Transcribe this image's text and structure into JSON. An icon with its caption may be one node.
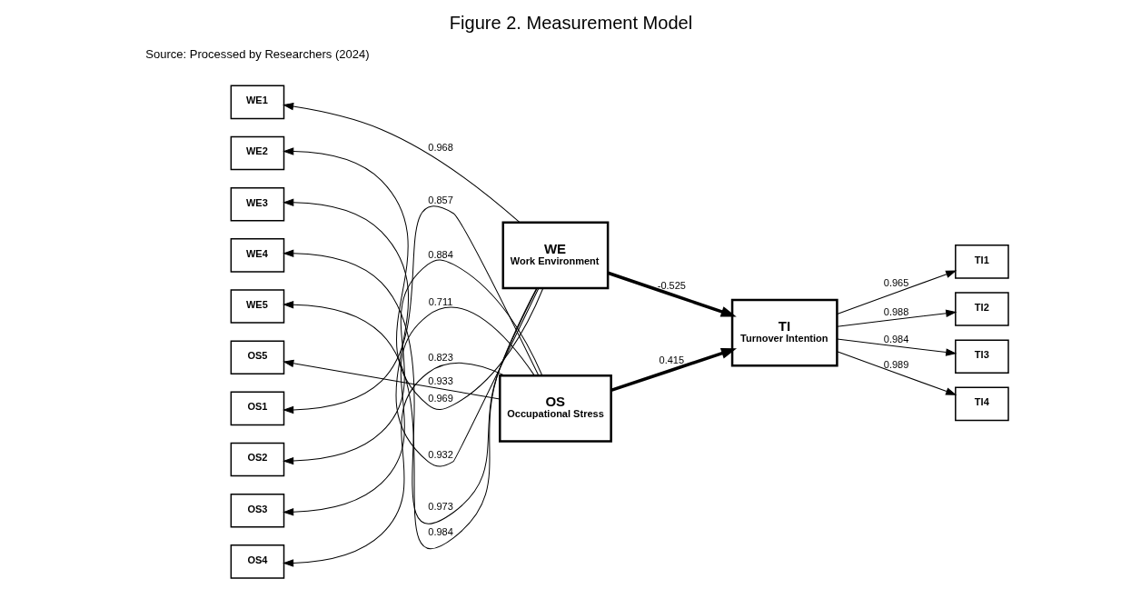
{
  "diagram": {
    "title": "Figure 2. Measurement Model",
    "caption": "Source: Processed by Researchers (2024)",
    "nodes": [
      {
        "text": [
          "WE1"
        ]
      },
      {
        "text": [
          "WE2"
        ]
      },
      {
        "text": [
          "WE3"
        ]
      },
      {
        "text": [
          "WE4"
        ]
      },
      {
        "text": [
          "WE5"
        ]
      },
      {
        "text": [
          "WE",
          "Work Environment"
        ]
      },
      {
        "text": [
          "OS1"
        ]
      },
      {
        "text": [
          "OS2"
        ]
      },
      {
        "text": [
          "OS3"
        ]
      },
      {
        "text": [
          "OS4"
        ]
      },
      {
        "text": [
          "OS5"
        ]
      },
      {
        "text": [
          "OS",
          "Occupational Stress"
        ]
      },
      {
        "text": [
          "TI",
          "Turnover Intention"
        ]
      },
      {
        "text": [
          "TI1"
        ]
      },
      {
        "text": [
          "TI2"
        ]
      },
      {
        "text": [
          "TI3"
        ]
      },
      {
        "text": [
          "TI4"
        ]
      }
    ],
    "edges": [
      {
        "from": 5,
        "to": 0,
        "arrow": "to",
        "label": "0.968"
      },
      {
        "from": 5,
        "to": 1,
        "arrow": "to",
        "label": "0.969"
      },
      {
        "from": 5,
        "to": 2,
        "arrow": "to",
        "label": "0.932"
      },
      {
        "from": 5,
        "to": 3,
        "arrow": "to",
        "label": "0.973"
      },
      {
        "from": 5,
        "to": 4,
        "arrow": "to",
        "label": "0.984"
      },
      {
        "from": 11,
        "to": 6,
        "arrow": "to",
        "label": "0.857"
      },
      {
        "from": 11,
        "to": 7,
        "arrow": "to",
        "label": "0.884"
      },
      {
        "from": 11,
        "to": 8,
        "arrow": "to",
        "label": "0.711"
      },
      {
        "from": 11,
        "to": 9,
        "arrow": "to",
        "label": "0.823"
      },
      {
        "from": 11,
        "to": 10,
        "arrow": "to",
        "label": "0.933"
      },
      {
        "from": 5,
        "to": 12,
        "arrow": "to",
        "label": "-0.525",
        "style": "thick"
      },
      {
        "from": 11,
        "to": 12,
        "arrow": "to",
        "label": "0.415",
        "style": "thick"
      },
      {
        "from": 12,
        "to": 13,
        "arrow": "to",
        "label": "0.965"
      },
      {
        "from": 12,
        "to": 14,
        "arrow": "to",
        "label": "0.988"
      },
      {
        "from": 12,
        "to": 15,
        "arrow": "to",
        "label": "0.984"
      },
      {
        "from": 12,
        "to": 16,
        "arrow": "to",
        "label": "0.989"
      }
    ]
  }
}
